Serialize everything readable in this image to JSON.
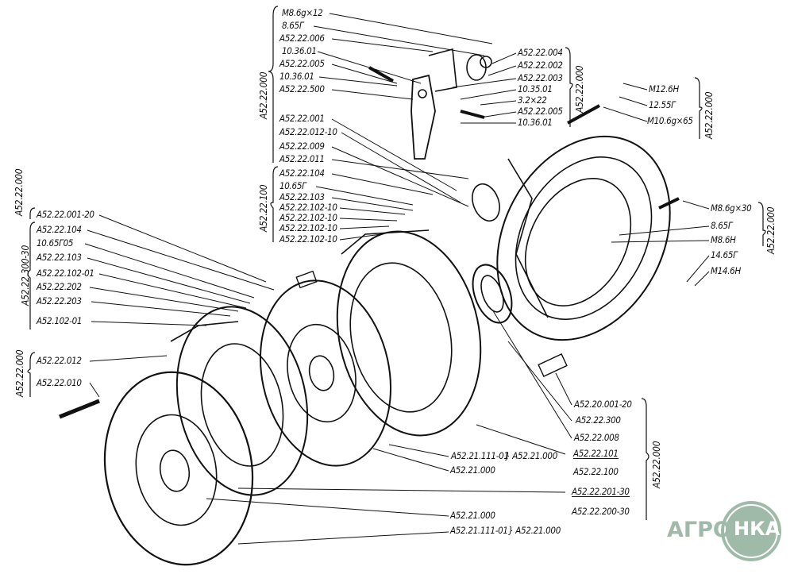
{
  "top_group": {
    "bracket_label": "A52.22.000",
    "labels": [
      "M8.6g×12",
      "8.65Г",
      "A52.22.006",
      "10.36.01",
      "A52.22.005",
      "10.36.01",
      "A52.22.500"
    ]
  },
  "upper_middle": {
    "labels": [
      "A52.22.001",
      "A52.22.012-10",
      "A52.22.009",
      "A52.22.011"
    ]
  },
  "lever_group": {
    "bracket_label": "A52.22.100",
    "labels": [
      "A52.22.104",
      "10.65Г",
      "A52.22.103",
      "A52.22.102-10",
      "A52.22.102-10",
      "A52.22.102-10",
      "A52.22.102-10"
    ]
  },
  "top_right_group": {
    "bracket_label": "A52.22.000",
    "labels": [
      "A52.22.004",
      "A52.22.002",
      "A52.22.003",
      "10.35.01",
      "3.2×22",
      "A52.22.005",
      "10.36.01"
    ]
  },
  "far_right_upper": {
    "bracket_label": "A52.22.000",
    "labels": [
      "M12.6H",
      "12.55Г",
      "M10.6g×65"
    ]
  },
  "far_right_lower": {
    "bracket_label": "A52.22.000",
    "labels": [
      "M8.6g×30",
      "8.65Г",
      "M8.6H",
      "14.65Г",
      "M14.6H"
    ]
  },
  "left_group": {
    "bracket_top": "A52.22.000",
    "bracket_label": "A52.22.300-30",
    "labels": [
      "A52.22.001-20",
      "A52.22.104",
      "10.65Г05",
      "A52.22.103",
      "A52.22.102-01",
      "A52.22.202",
      "A52.22.203",
      "A52.102-01"
    ]
  },
  "left_lower_group": {
    "bracket_label": "A52.22.000",
    "labels": [
      "A52.22.012",
      "A52.22.010"
    ]
  },
  "bottom_right_group": {
    "bracket_label": "A52.22.000",
    "labels": [
      "A52.20.001-20",
      "A52.22.300",
      "A52.22.008",
      "A52.22.101",
      "A52.22.100",
      "A52.22.201-30",
      "A52.22.200-30"
    ]
  },
  "bottom_middle": {
    "row1": "A52.21.111-01",
    "row1_group": "} A52.21.000",
    "row2": "A52.21.000",
    "row3": "A52.21.000",
    "row4": "A52.21.111-01",
    "row4_group": "} A52.21.000"
  },
  "logo": {
    "left": "АГРО",
    "right": "НКА",
    "color": "#9fbaa8"
  }
}
